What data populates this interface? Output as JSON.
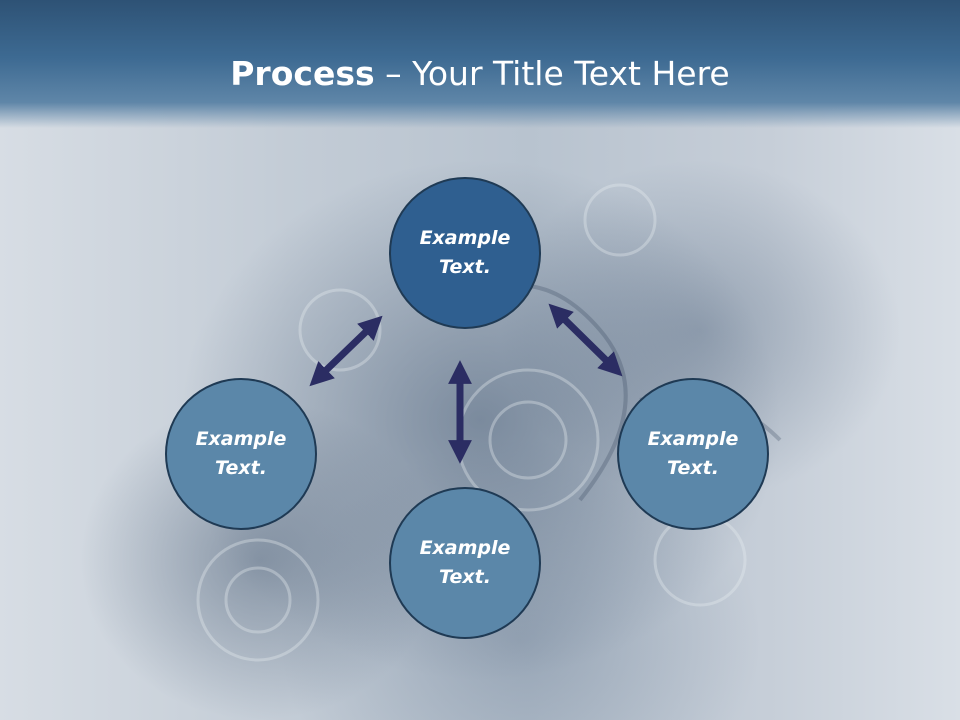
{
  "slide": {
    "title_bold": "Process",
    "title_rest": " – Your Title Text Here"
  },
  "nodes": {
    "top": "Example Text.",
    "left": "Example Text.",
    "right": "Example Text.",
    "bottom": "Example Text."
  },
  "colors": {
    "header": "#3d6a92",
    "node_fill": "#5b87a9",
    "node_center_fill": "#2f5f90",
    "node_border": "#1f3a54",
    "arrow": "#2b2d63"
  }
}
